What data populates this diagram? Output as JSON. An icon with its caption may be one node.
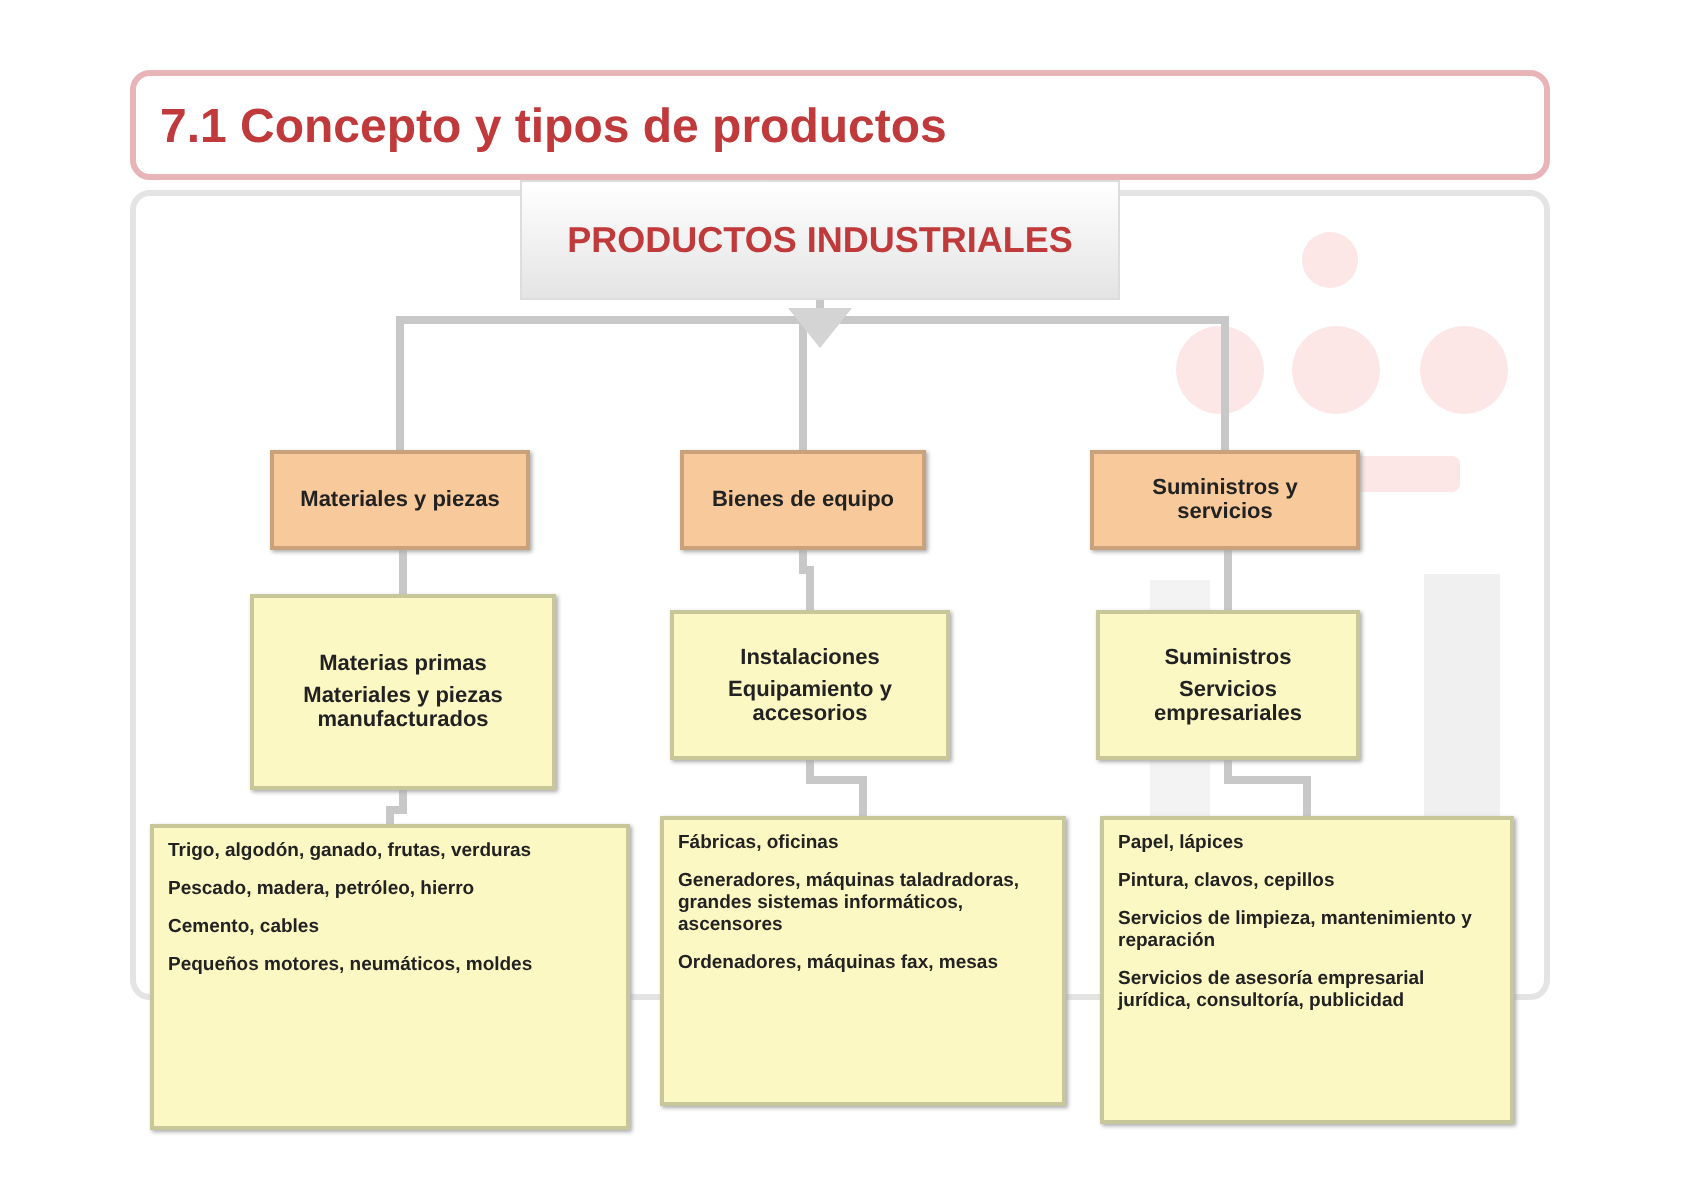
{
  "diagram": {
    "title": "7.1 Concepto y tipos de productos",
    "nodes": [
      {
        "text": [
          "PRODUCTOS INDUSTRIALES"
        ]
      },
      {
        "text": [
          "Materiales y piezas"
        ]
      },
      {
        "text": [
          "Bienes de equipo"
        ]
      },
      {
        "text": [
          "Suministros y servicios"
        ]
      },
      {
        "text": [
          "Materias primas",
          "Materiales y piezas manufacturados"
        ]
      },
      {
        "text": [
          "Instalaciones",
          "Equipamiento y accesorios"
        ]
      },
      {
        "text": [
          "Suministros",
          "Servicios empresariales"
        ]
      },
      {
        "text": [
          "Trigo, algodón, ganado, frutas, verduras",
          "Pescado, madera, petróleo, hierro",
          "Cemento, cables",
          "Pequeños motores, neumáticos, moldes"
        ]
      },
      {
        "text": [
          "Fábricas, oficinas",
          "Generadores, máquinas taladradoras, grandes sistemas informáticos, ascensores",
          "Ordenadores, máquinas fax, mesas"
        ]
      },
      {
        "text": [
          "Papel, lápices",
          "Pintura, clavos, cepillos",
          "Servicios de limpieza, mantenimiento y reparación",
          "Servicios de asesoría empresarial jurídica, consultoría, publicidad"
        ]
      }
    ],
    "edges": [
      {
        "from": 0,
        "to": 1,
        "arrow": "none"
      },
      {
        "from": 0,
        "to": 2,
        "arrow": "none"
      },
      {
        "from": 0,
        "to": 3,
        "arrow": "none"
      },
      {
        "from": 1,
        "to": 4,
        "arrow": "none"
      },
      {
        "from": 2,
        "to": 5,
        "arrow": "none"
      },
      {
        "from": 3,
        "to": 6,
        "arrow": "none"
      },
      {
        "from": 4,
        "to": 7,
        "arrow": "none"
      },
      {
        "from": 5,
        "to": 8,
        "arrow": "none"
      },
      {
        "from": 6,
        "to": 9,
        "arrow": "none"
      }
    ]
  }
}
